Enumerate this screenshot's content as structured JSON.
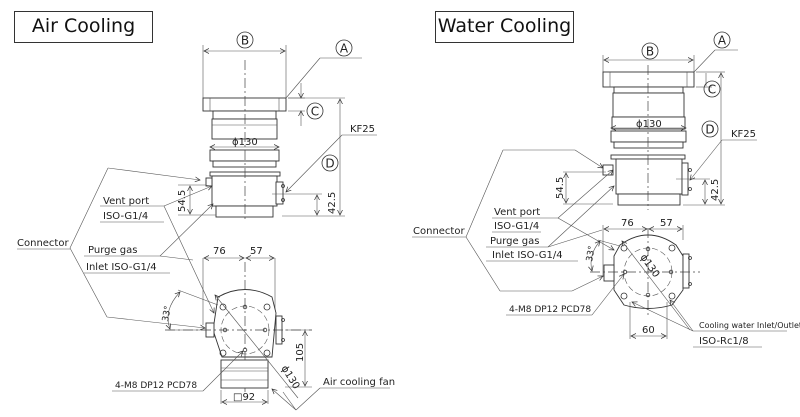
{
  "panels": [
    {
      "title": "Air Cooling",
      "callouts": {
        "A": "A",
        "B": "B",
        "C": "C",
        "D": "D"
      },
      "labels": {
        "kf": "KF25",
        "phi_body": "ϕ130",
        "dim_545": "54.5",
        "dim_425": "42.5",
        "vent_port": "Vent port",
        "vent_iso": "ISO-G1/4",
        "connector": "Connector",
        "purge_gas": "Purge gas",
        "purge_iso": "Inlet ISO-G1/4",
        "dim_76": "76",
        "dim_57": "57",
        "angle": "33°",
        "dim_105": "105",
        "phi_bottom": "ϕ130",
        "bolt_spec": "4-M8 DP12 PCD78",
        "fan": "Air cooling fan",
        "fan_size": "□92"
      }
    },
    {
      "title": "Water Cooling",
      "callouts": {
        "A": "A",
        "B": "B",
        "C": "C",
        "D": "D"
      },
      "labels": {
        "kf": "KF25",
        "phi_body": "ϕ130",
        "dim_545": "54.5",
        "dim_425": "42.5",
        "vent_port": "Vent port",
        "vent_iso": "ISO-G1/4",
        "connector": "Connector",
        "purge_gas": "Purge gas",
        "purge_iso": "Inlet ISO-G1/4",
        "dim_76": "76",
        "dim_57": "57",
        "angle": "33°",
        "phi_bottom": "ϕ130",
        "bolt_spec": "4-M8 DP12 PCD78",
        "dim_60": "60",
        "cooling_water": "Cooling water Inlet/Outlet",
        "cooling_iso": "ISO-Rc1/8"
      }
    }
  ]
}
